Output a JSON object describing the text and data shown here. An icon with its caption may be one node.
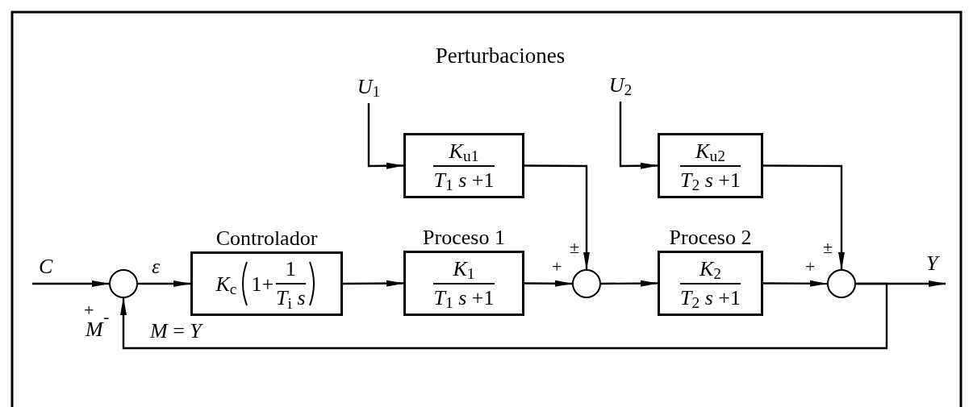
{
  "diagram": {
    "title": "Perturbaciones",
    "nodes": [
      {
        "text": [],
        "shape": "circle"
      },
      {
        "text": [
          "Controlador",
          "*K*$_{c}$",
          "1+",
          "1",
          "*T*$_{i}$ *s*"
        ]
      },
      {
        "text": [
          "Proceso 1",
          "*K*$_{1}$",
          "*T*$_{1}$ *s* +1"
        ]
      },
      {
        "text": [
          "*U*$_{1}$"
        ]
      },
      {
        "text": [
          "*K*$_{u1}$",
          "*T*$_{1}$ *s* +1"
        ]
      },
      {
        "text": [],
        "shape": "circle"
      },
      {
        "text": [
          "Proceso 2",
          "*K*$_{2}$",
          "*T*$_{2}$ *s* +1"
        ]
      },
      {
        "text": [
          "*U*$_{2}$"
        ]
      },
      {
        "text": [
          "*K*$_{u2}$",
          "*T*$_{2}$ *s* +1"
        ]
      },
      {
        "text": [],
        "shape": "circle"
      }
    ],
    "edges": [
      {
        "from": null,
        "to": 0,
        "arrow": "to",
        "label": "C"
      },
      {
        "from": 0,
        "to": 1,
        "arrow": "to",
        "label": "ε"
      },
      {
        "from": 1,
        "to": 2,
        "arrow": "to"
      },
      {
        "from": 2,
        "to": 5,
        "arrow": "to"
      },
      {
        "from": 3,
        "to": 4,
        "arrow": "to"
      },
      {
        "from": 4,
        "to": 5,
        "arrow": "to"
      },
      {
        "from": 5,
        "to": 6,
        "arrow": "to"
      },
      {
        "from": 6,
        "to": 9,
        "arrow": "to"
      },
      {
        "from": 7,
        "to": 8,
        "arrow": "to"
      },
      {
        "from": 8,
        "to": 9,
        "arrow": "to"
      },
      {
        "from": 9,
        "to": null,
        "arrow": "to",
        "label": "Y"
      },
      {
        "from": 9,
        "to": 0,
        "arrow": "to",
        "label": "*M* = *Y*"
      }
    ],
    "labels": [
      "+",
      "-",
      "M",
      "+",
      "±",
      "+",
      "±"
    ]
  }
}
